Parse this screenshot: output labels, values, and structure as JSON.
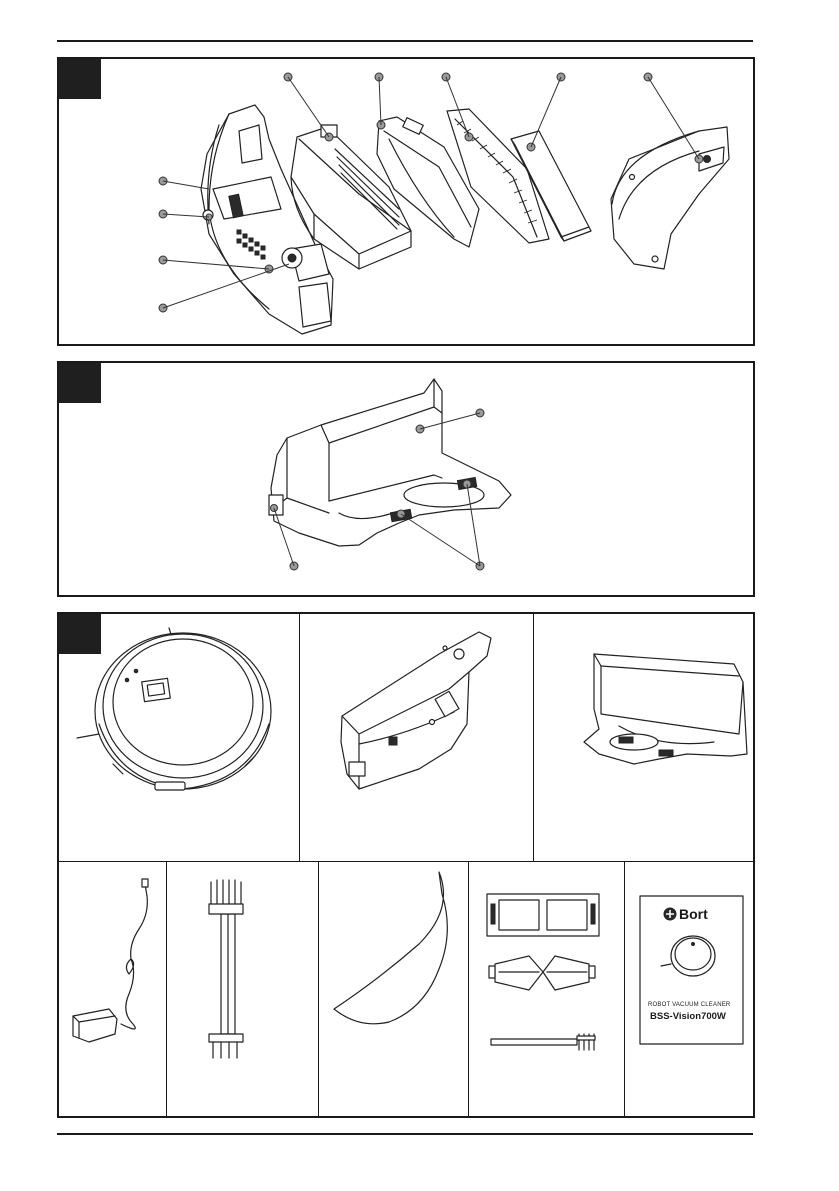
{
  "manual_cover": {
    "brand": "Bort",
    "product_line": "ROBOT VACUUM CLEANER",
    "model": "BSS-Vision700W"
  },
  "figures": [
    {
      "id": "fig-a",
      "description_visible": false
    },
    {
      "id": "fig-b",
      "description_visible": false
    },
    {
      "id": "fig-c",
      "description_visible": false
    }
  ],
  "colors": {
    "line": "#1a1a1a",
    "tag_fill": "#1f1f1f",
    "callout_dot": "#9a9a9a",
    "background": "#ffffff"
  },
  "icons": {
    "brand_logo": "bort-logo-icon",
    "robot": "robot-vacuum-icon",
    "dock": "charging-dock-icon"
  }
}
